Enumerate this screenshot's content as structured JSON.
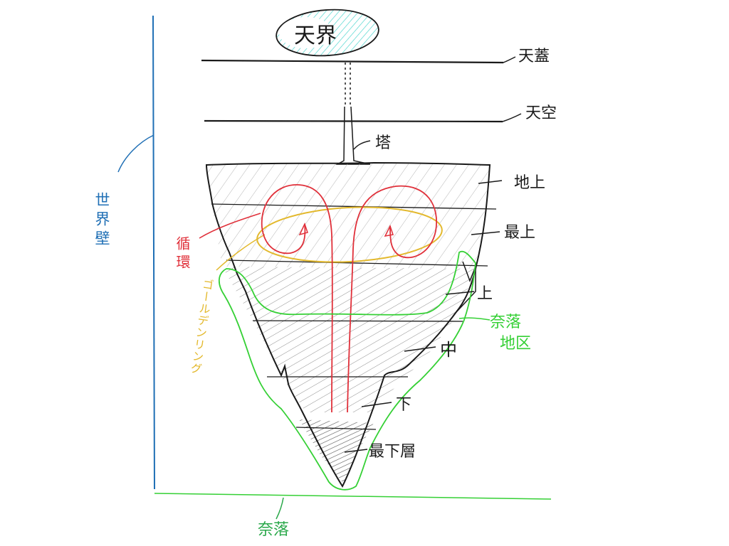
{
  "labels": {
    "heaven_world": "天界",
    "canopy": "天蓋",
    "sky": "天空",
    "tower": "塔",
    "ground_surface": "地上",
    "top_layer": "最上",
    "upper": "上",
    "middle": "中",
    "lower": "下",
    "bottom_layer": "最下層",
    "world_wall": "世界壁",
    "circulation": "循環",
    "golden_ring": "ゴールデンリング",
    "naraku_district": "奈落地区",
    "naraku": "奈落"
  },
  "colors": {
    "ink": "#1a1a1a",
    "hatch": "#9a9a9a",
    "cyan_hatch": "#4fd6cf",
    "wall_blue": "#1f6fb5",
    "circulation_red": "#e0303a",
    "ring_gold": "#e3b92e",
    "district_green": "#35d035",
    "naraku_green": "#2aa84a"
  }
}
